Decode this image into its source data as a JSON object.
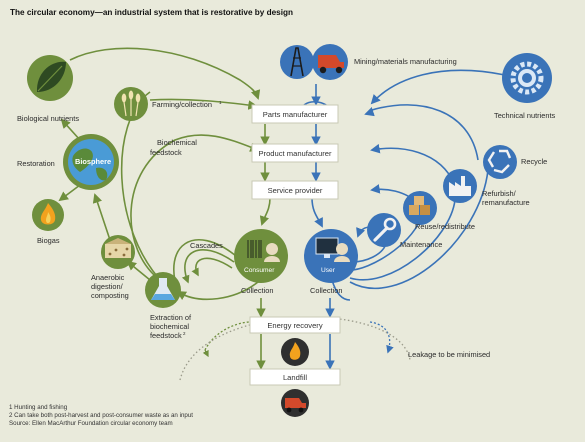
{
  "title": "The circular economy—an industrial system that is restorative by design",
  "boxes": {
    "parts": "Parts manufacturer",
    "product": "Product manufacturer",
    "service": "Service provider",
    "energy": "Energy recovery",
    "landfill": "Landfill"
  },
  "labels": {
    "mining": "Mining/materials manufacturing",
    "farming": "Farming/collection",
    "farming_sup": "1",
    "bio_nutrients": "Biological nutrients",
    "tech_nutrients": "Technical nutrients",
    "biochem_feed_1": "Biochemical",
    "biochem_feed_2": "feedstock",
    "restoration": "Restoration",
    "biosphere": "Biosphere",
    "biogas": "Biogas",
    "anaerobic_1": "Anaerobic",
    "anaerobic_2": "digestion/",
    "anaerobic_3": "composting",
    "cascades": "Cascades",
    "consumer": "Consumer",
    "user": "User",
    "collection_left": "Collection",
    "collection_right": "Collection",
    "extraction_1": "Extraction of",
    "extraction_2": "biochemical",
    "extraction_3": "feedstock",
    "extraction_sup": "2",
    "recycle": "Recycle",
    "refurbish_1": "Refurbish/",
    "refurbish_2": "remanufacture",
    "reuse": "Reuse/redistribute",
    "maintenance": "Maintenance",
    "leakage": "Leakage to be minimised"
  },
  "footnotes": [
    "1 Hunting and fishing",
    "2 Can take both post-harvest and post-consumer waste as an input",
    "Source: Ellen MacArthur Foundation circular economy team"
  ],
  "colors": {
    "background": "#e9eadb",
    "bio_green": "#6f8f3d",
    "tech_blue": "#3a73b8",
    "box_fill": "#ffffff",
    "box_stroke": "#c9c9b5"
  },
  "icons": {
    "leaf": "leaf-icon",
    "wheat": "wheat-icon",
    "globe": "globe-icon",
    "flame": "flame-icon",
    "compost": "compost-icon",
    "flask": "flask-icon",
    "oil_derrick": "oil-derrick-icon",
    "truck": "dump-truck-icon",
    "gear": "gear-icon",
    "recycle": "recycle-icon",
    "factory": "factory-icon",
    "boxes": "boxes-icon",
    "wrench": "wrench-icon",
    "computer": "computer-icon",
    "barcode": "barcode-icon"
  }
}
